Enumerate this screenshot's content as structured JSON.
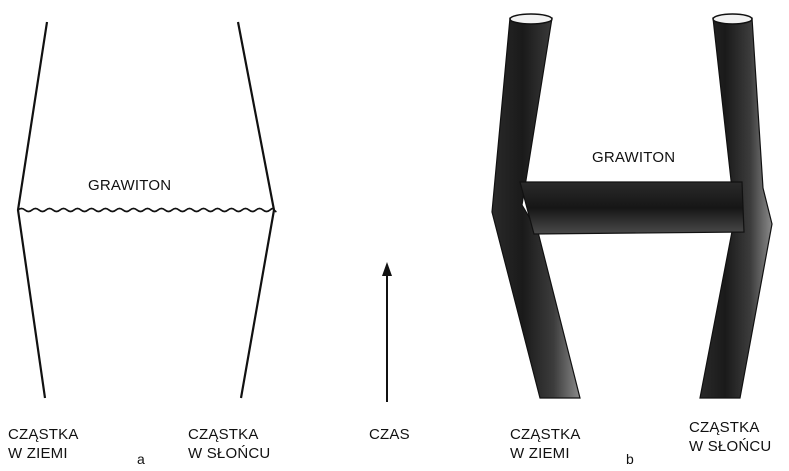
{
  "panel_a": {
    "graviton_label": "GRAWITON",
    "particle_earth": [
      "CZĄSTKA",
      "W ZIEMI"
    ],
    "particle_sun": [
      "CZĄSTKA",
      "W SŁOŃCU"
    ],
    "panel_tag": "a"
  },
  "time_axis": {
    "label": "CZAS"
  },
  "panel_b": {
    "graviton_label": "GRAWITON",
    "particle_earth": [
      "CZĄSTKA",
      "W ZIEMI"
    ],
    "particle_sun": [
      "CZĄSTKA",
      "W SŁOŃCU"
    ],
    "panel_tag": "b"
  },
  "colors": {
    "ink": "#111111",
    "tube_dark": "#1c1c1c",
    "tube_mid": "#3a3a3a",
    "tube_light": "#8a8a8a",
    "background": "#ffffff"
  }
}
